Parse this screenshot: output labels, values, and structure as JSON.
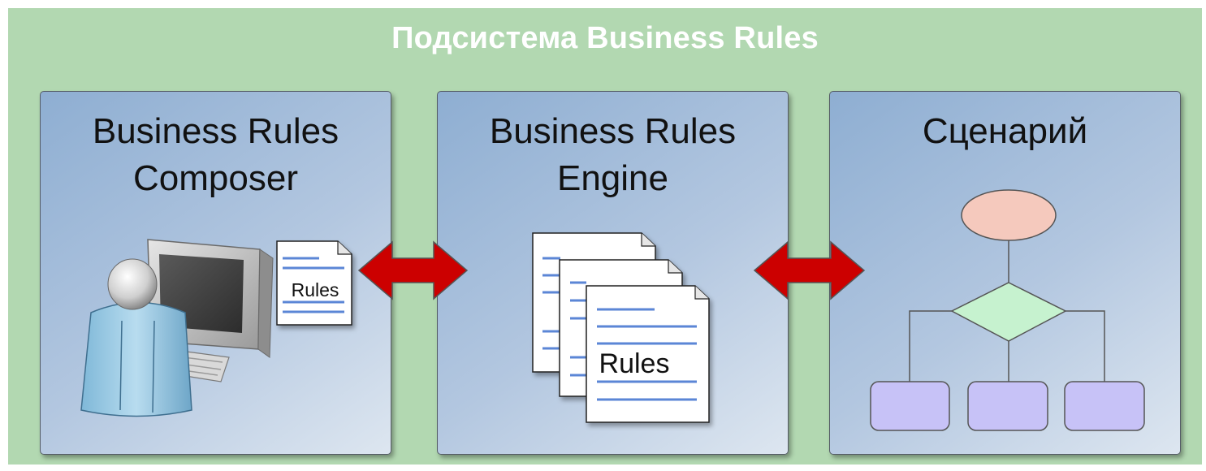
{
  "title": "Подсистема Business Rules",
  "panels": {
    "composer": {
      "line1": "Business Rules",
      "line2": "Composer"
    },
    "engine": {
      "line1": "Business Rules",
      "line2": "Engine"
    },
    "scenario": {
      "line1": "Сценарий"
    }
  },
  "documents": {
    "composer_doc_label": "Rules",
    "engine_doc_label": "Rules"
  },
  "colors": {
    "frame_bg": "#b2d8b1",
    "arrow": "#cc0000",
    "flow_start": "#f5c9bd",
    "flow_decision": "#c6f2cf",
    "flow_process": "#c7c2f7"
  },
  "icons": [
    "user-at-computer-icon",
    "document-icon",
    "document-stack-icon",
    "flowchart-icon",
    "double-arrow-icon"
  ]
}
